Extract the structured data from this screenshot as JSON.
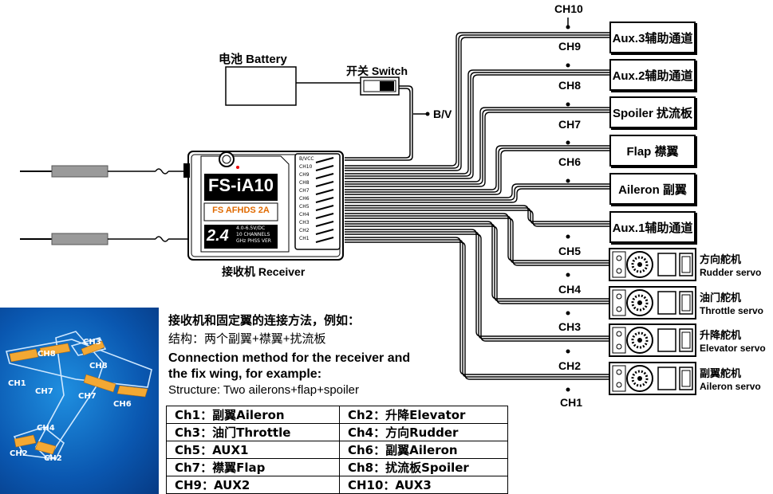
{
  "battery": {
    "label": "电池 Battery"
  },
  "switch": {
    "label": "开关 Switch"
  },
  "bv": {
    "label": "B/V"
  },
  "receiver": {
    "caption": "接收机 Receiver",
    "model": "FS-iA10",
    "brand": "FS AFHDS 2A",
    "band": "2.4",
    "spec_volt": "4.0-6.5V/DC",
    "spec_ch": "10 CHANNELS",
    "spec_ghz": "GHz PHSS VER"
  },
  "ports": [
    "B/VCC",
    "CH10",
    "CH9",
    "CH8",
    "CH7",
    "CH6",
    "CH5",
    "CH4",
    "CH3",
    "CH2",
    "CH1"
  ],
  "channels": {
    "ch10": "CH10",
    "ch9": "CH9",
    "ch8": "CH8",
    "ch7": "CH7",
    "ch6": "CH6",
    "ch5": "CH5",
    "ch4": "CH4",
    "ch3": "CH3",
    "ch2": "CH2",
    "ch1": "CH1"
  },
  "outputs": {
    "aux3": "Aux.3辅助通道",
    "aux2": "Aux.2辅助通道",
    "spoiler": "Spoiler 扰流板",
    "flap": "Flap 襟翼",
    "aileron": "Aileron 副翼",
    "aux1": "Aux.1辅助通道"
  },
  "servos": [
    {
      "cn": "方向舵机",
      "en": "Rudder servo"
    },
    {
      "cn": "油门舵机",
      "en": "Throttle servo"
    },
    {
      "cn": "升降舵机",
      "en": "Elevator servo"
    },
    {
      "cn": "副翼舵机",
      "en": "Aileron servo"
    }
  ],
  "plane_labels": [
    "CH3",
    "CH8",
    "CH8",
    "CH1",
    "CH7",
    "CH7",
    "CH6",
    "CH4",
    "CH2",
    "CH2"
  ],
  "description": {
    "cn_title": "接收机和固定翼的连接方法，例如：",
    "cn_structure": "结构：两个副翼+襟翼+扰流板",
    "en_title_1": "Connection method for the receiver and",
    "en_title_2": "the fix wing, for example:",
    "en_structure": "Structure: Two ailerons+flap+spoiler"
  },
  "mapping_table": [
    [
      "Ch1：副翼Aileron",
      "Ch2：升降Elevator"
    ],
    [
      "Ch3：油门Throttle",
      "Ch4：方向Rudder"
    ],
    [
      "Ch5：AUX1",
      "Ch6：副翼Aileron"
    ],
    [
      "Ch7：襟翼Flap",
      "Ch8：扰流板Spoiler"
    ],
    [
      "CH9：AUX2",
      "CH10：AUX3"
    ]
  ]
}
